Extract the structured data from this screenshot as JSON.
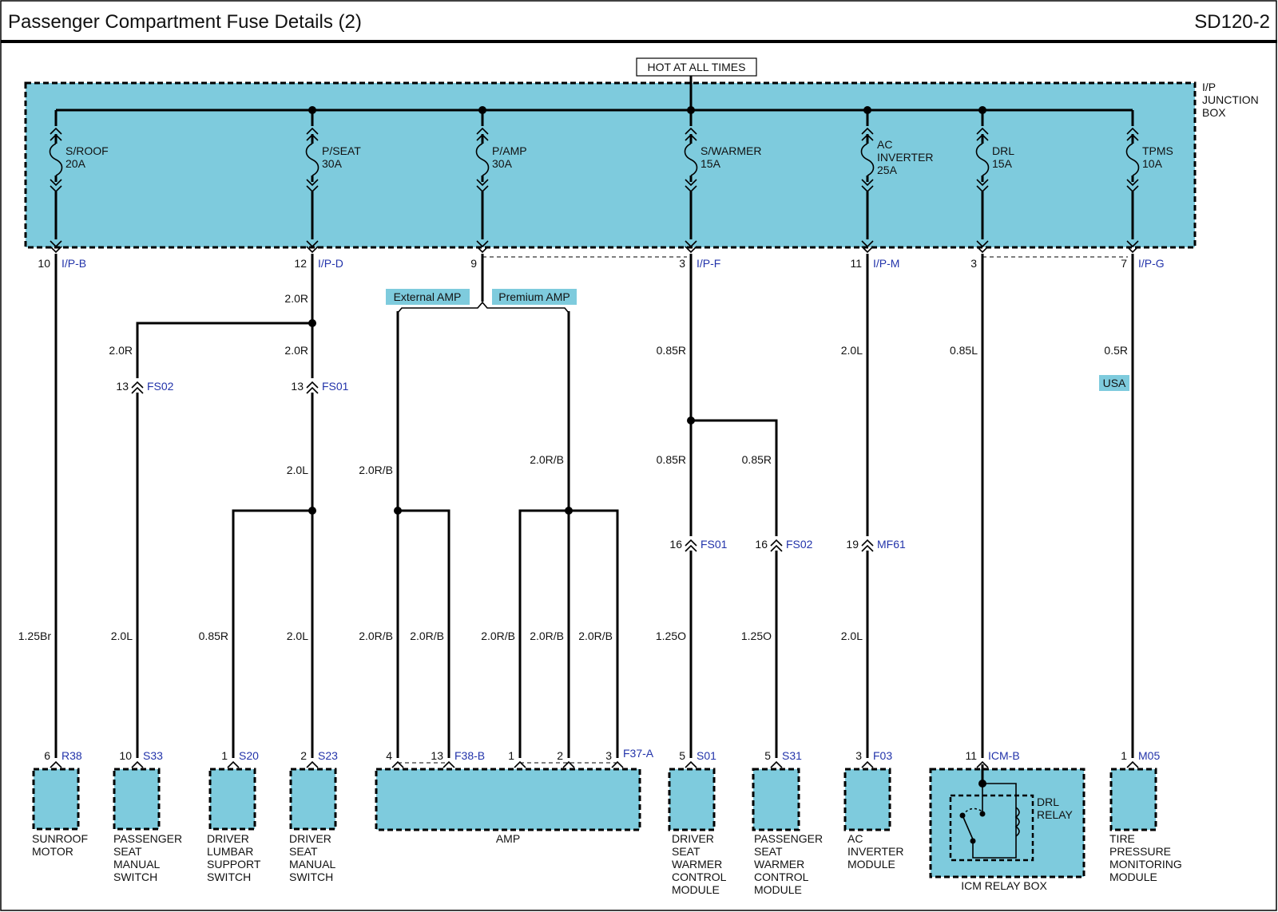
{
  "header": {
    "title": "Passenger Compartment Fuse Details (2)",
    "code": "SD120-2"
  },
  "colors": {
    "component_fill": "#7ecbdd",
    "tag_fill": "#7ecbdd",
    "connector_text": "#2233aa"
  },
  "power": {
    "source_label": "HOT AT ALL TIMES"
  },
  "junction_box": {
    "label_lines": [
      "I/P",
      "JUNCTION",
      "BOX"
    ]
  },
  "fuses": [
    {
      "name": "S/ROOF",
      "rating": "20A"
    },
    {
      "name": "P/SEAT",
      "rating": "30A"
    },
    {
      "name": "P/AMP",
      "rating": "30A"
    },
    {
      "name": "S/WARMER",
      "rating": "15A"
    },
    {
      "name": "AC\nINVERTER",
      "rating": "25A"
    },
    {
      "name": "DRL",
      "rating": "15A"
    },
    {
      "name": "TPMS",
      "rating": "10A"
    }
  ],
  "jb_pins": [
    {
      "pin": "10",
      "connector": "I/P-B"
    },
    {
      "pin": "12",
      "connector": "I/P-D"
    },
    {
      "pin": "9",
      "connector": ""
    },
    {
      "pin": "3",
      "connector": "I/P-F"
    },
    {
      "pin": "11",
      "connector": "I/P-M"
    },
    {
      "pin": "3",
      "connector": ""
    },
    {
      "pin": "7",
      "connector": "I/P-G"
    }
  ],
  "amp_options": {
    "external": "External AMP",
    "premium": "Premium AMP"
  },
  "usa_tag": "USA",
  "wires": {
    "pseat_main": "2.0R",
    "pseat_left_upper": "2.0R",
    "pseat_right_upper": "2.0R",
    "pseat_right_mid": "2.0L",
    "ext_amp_trunk": "2.0R/B",
    "prem_amp_trunk": "2.0R/B",
    "swarmer_upper": "0.85R",
    "swarmer_left": "0.85R",
    "swarmer_right": "0.85R",
    "ac_inverter_upper": "2.0L",
    "drl_upper": "0.85L",
    "tpms_upper": "0.5R",
    "sunroof_lower": "1.25Br",
    "s33_lower": "2.0L",
    "s20_lower": "0.85R",
    "s23_lower": "2.0L",
    "amp_a": "2.0R/B",
    "amp_b": "2.0R/B",
    "amp_c": "2.0R/B",
    "amp_d": "2.0R/B",
    "amp_e": "2.0R/B",
    "s01_lower": "1.25O",
    "s31_lower": "1.25O",
    "f03_lower": "2.0L"
  },
  "inline_connectors": [
    {
      "pin": "13",
      "connector": "FS02"
    },
    {
      "pin": "13",
      "connector": "FS01"
    },
    {
      "pin": "16",
      "connector": "FS01"
    },
    {
      "pin": "16",
      "connector": "FS02"
    },
    {
      "pin": "19",
      "connector": "MF61"
    }
  ],
  "component_pins": [
    {
      "pin": "6",
      "connector": "R38"
    },
    {
      "pin": "10",
      "connector": "S33"
    },
    {
      "pin": "1",
      "connector": "S20"
    },
    {
      "pin": "2",
      "connector": "S23"
    },
    {
      "pin": "4",
      "connector": ""
    },
    {
      "pin": "13",
      "connector": "F38-B"
    },
    {
      "pin": "1",
      "connector": ""
    },
    {
      "pin": "2",
      "connector": ""
    },
    {
      "pin": "3",
      "connector": "F37-A"
    },
    {
      "pin": "5",
      "connector": "S01"
    },
    {
      "pin": "5",
      "connector": "S31"
    },
    {
      "pin": "3",
      "connector": "F03"
    },
    {
      "pin": "11",
      "connector": "ICM-B"
    },
    {
      "pin": "1",
      "connector": "M05"
    }
  ],
  "components": [
    {
      "label": "SUNROOF\nMOTOR"
    },
    {
      "label": "PASSENGER\nSEAT\nMANUAL\nSWITCH"
    },
    {
      "label": "DRIVER\nLUMBAR\nSUPPORT\nSWITCH"
    },
    {
      "label": "DRIVER\nSEAT\nMANUAL\nSWITCH"
    },
    {
      "label": "AMP"
    },
    {
      "label": "DRIVER\nSEAT\nWARMER\nCONTROL\nMODULE"
    },
    {
      "label": "PASSENGER\nSEAT\nWARMER\nCONTROL\nMODULE"
    },
    {
      "label": "AC\nINVERTER\nMODULE"
    },
    {
      "label": "ICM RELAY BOX"
    },
    {
      "label": "TIRE\nPRESSURE\nMONITORING\nMODULE"
    }
  ],
  "drl_relay": {
    "label": "DRL\nRELAY"
  }
}
